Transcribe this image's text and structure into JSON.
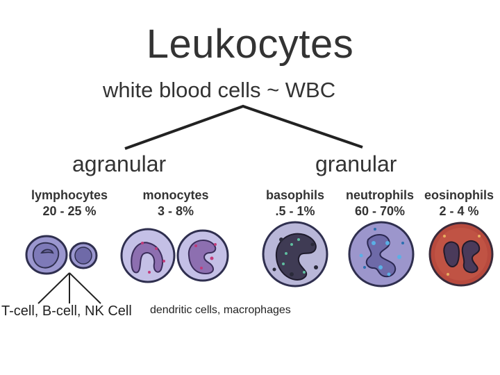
{
  "title": "Leukocytes",
  "subtitle": "white blood cells ~ WBC",
  "branches": {
    "agranular": "agranular",
    "granular": "granular"
  },
  "cells": [
    {
      "name": "lymphocytes",
      "percent": "20 - 25 %"
    },
    {
      "name": "monocytes",
      "percent": "3 - 8%"
    },
    {
      "name": "basophils",
      "percent": ".5 - 1%"
    },
    {
      "name": "neutrophils",
      "percent": "60 - 70%"
    },
    {
      "name": "eosinophils",
      "percent": "2 - 4 %"
    }
  ],
  "lymphocyte_subtypes": "T-cell, B-cell, NK Cell",
  "monocyte_note": "dendritic cells, macrophages",
  "colors": {
    "text": "#333333",
    "lines": "#222222",
    "cell_outline": "#2f2f4f",
    "lymphocyte_fill": "#9b97cf",
    "monocyte_fill": "#c4c0e6",
    "basophil_fill": "#b9b7d8",
    "neutrophil_fill": "#9c96cc",
    "eosinophil_fill": "#b84a3e"
  }
}
